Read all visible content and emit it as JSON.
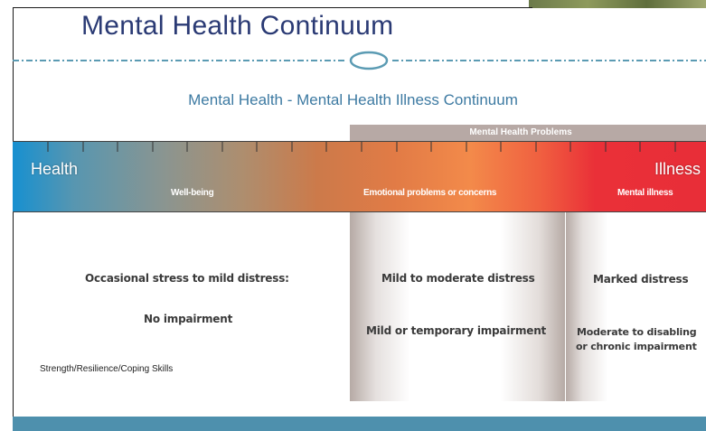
{
  "slide": {
    "title": "Mental Health Continuum",
    "subtitle": "Mental Health - Mental Health Illness Continuum",
    "problems_header": "Mental Health Problems",
    "continuum": {
      "left_label": "Health",
      "right_label": "Illness",
      "zone_labels": [
        "Well-being",
        "Emotional problems or concerns",
        "Mental illness"
      ]
    },
    "columns": {
      "left": {
        "line1": "Occasional stress to mild distress:",
        "line2": "No impairment",
        "line3": "Strength/Resilience/Coping Skills"
      },
      "middle": {
        "line1": "Mild to moderate distress",
        "line2": "Mild or temporary impairment"
      },
      "right": {
        "line1": "Marked distress",
        "line2": "Moderate to disabling",
        "line3": "or chronic impairment"
      }
    },
    "colors": {
      "title": "#2a3a74",
      "subtitle": "#3d7aa2",
      "health_blue": "#1790d0",
      "illness_red": "#e82e38",
      "bottom_bar": "#4e90ad"
    }
  }
}
